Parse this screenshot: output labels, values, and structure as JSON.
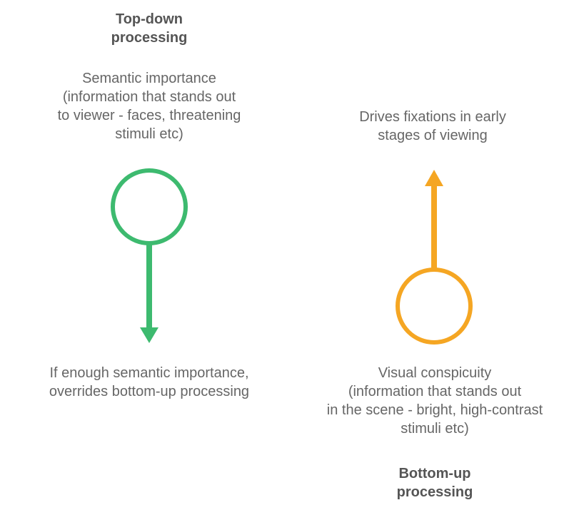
{
  "top_down": {
    "title": "Top-down\nprocessing",
    "source": "Semantic importance\n(information that stands out\nto viewer - faces, threatening\nstimuli etc)",
    "effect": "If enough semantic importance,\noverrides bottom-up processing",
    "color": "#3dba6f"
  },
  "bottom_up": {
    "title": "Bottom-up\nprocessing",
    "source": "Visual conspicuity\n(information that stands out\nin the scene - bright, high-contrast\nstimuli etc)",
    "effect": "Drives fixations in early\nstages of viewing",
    "color": "#f5a623"
  }
}
